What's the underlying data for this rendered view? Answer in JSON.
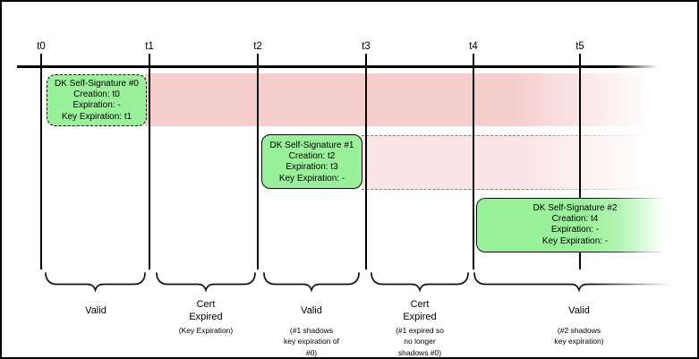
{
  "timeline": {
    "ticks": [
      {
        "label": "t0"
      },
      {
        "label": "t1"
      },
      {
        "label": "t2"
      },
      {
        "label": "t3"
      },
      {
        "label": "t4"
      },
      {
        "label": "t5"
      }
    ]
  },
  "signatures": [
    {
      "title": "DK Self-Signature #0",
      "creation": "Creation: t0",
      "expiration": "Expiration: -",
      "key_expiration": "Key Expiration: t1"
    },
    {
      "title": "DK Self-Signature #1",
      "creation": "Creation: t2",
      "expiration": "Expiration: t3",
      "key_expiration": "Key Expiration: -"
    },
    {
      "title": "DK Self-Signature #2",
      "creation": "Creation: t4",
      "expiration": "Expiration: -",
      "key_expiration": "Key Expiration: -"
    }
  ],
  "segments": [
    {
      "label": "Valid",
      "note": ""
    },
    {
      "label": "Cert\nExpired",
      "note": "(Key Expiration)"
    },
    {
      "label": "Valid",
      "note": "(#1 shadows\nkey expiration of\n#0)"
    },
    {
      "label": "Cert\nExpired",
      "note": "(#1 expired so\nno longer\nshadows #0)"
    },
    {
      "label": "Valid",
      "note": "(#2 shadows\nkey expiration)"
    }
  ],
  "colors": {
    "signature_fill": "#99f199",
    "signature_border": "#000000",
    "expired_band_fill": "#f6cdcd",
    "shadow_band_fill": "#fbe5e5",
    "axis": "#000000"
  }
}
